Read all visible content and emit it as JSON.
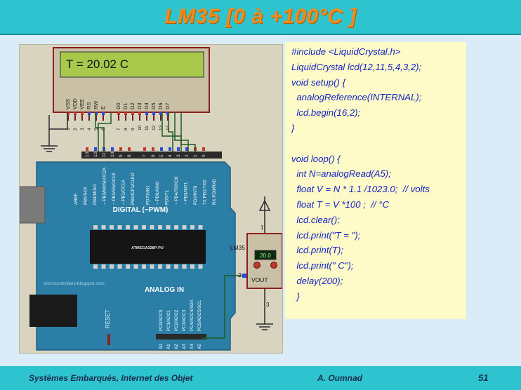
{
  "slide": {
    "title": "LM35 [0 à +100°C ]",
    "footer_left": "Systèmes Embarqués, Internet des Objet",
    "footer_author": "A. Oumnad",
    "page_number": "51"
  },
  "colors": {
    "band": "#2ec4cf",
    "title_text": "#f08a1a",
    "background": "#d9ecf8",
    "code_bg": "#fffbc8",
    "code_text": "#1424c8",
    "board": "#2b7fa6",
    "lcd_screen": "#a8c84c"
  },
  "schematic": {
    "lcd_text": "T = 20.02 C",
    "lcd_pins": [
      "VSS",
      "VDD",
      "VEE",
      "RS",
      "RW",
      "E",
      "D0",
      "D1",
      "D2",
      "D3",
      "D4",
      "D5",
      "D6",
      "D7"
    ],
    "lcd_pin_numbers": [
      "1",
      "2",
      "3",
      "4",
      "5",
      "6",
      "7",
      "8",
      "9",
      "10",
      "11",
      "12",
      "13",
      "14"
    ],
    "board_top_pin_numbers": [
      "13",
      "12",
      "11",
      "10",
      "9",
      "8",
      "7",
      "6",
      "5",
      "4",
      "3",
      "2",
      "1",
      "0"
    ],
    "board_top_labels": [
      "AREF",
      "PB5/SCK",
      "PB4/MISO",
      "~ PB3/MOSI/OC2A",
      "~ PB2/SS/OC1B",
      "~ PB1/OC1A",
      "PB0/ICP1/CLKO",
      "PD7/AIN1",
      "~ PD6/AIN0",
      "PD5/T1",
      "~ PD4/T0/XCK",
      "~ PD3/INT1",
      "PD2/INT0",
      "TX PD1/TXD",
      "RX PD0/RXD"
    ],
    "tx": "TX",
    "rx": "RX",
    "digital_label": "DIGITAL (~PWM)",
    "chip_label": "ATMEGA328P-PU",
    "watermark": "microcontrollers-blogspot.com",
    "analog_label": "ANALOG IN",
    "reset_label": "RESET",
    "analog_pins": [
      "PC0/ADC0",
      "PC1/ADC1",
      "PC2/ADC2",
      "PC3/ADC3",
      "PC4/ADC4/SDA",
      "PC5/ADC5/SCL"
    ],
    "analog_pin_names": [
      "A0",
      "A1",
      "A2",
      "A3",
      "A4",
      "A5"
    ],
    "sensor_name": "LM35",
    "sensor_reading": "20.0",
    "sensor_output": "VOUT",
    "sensor_pins": [
      "1",
      "2",
      "3"
    ]
  },
  "code": {
    "lines": [
      "#include <LiquidCrystal.h>",
      "LiquidCrystal lcd(12,11,5,4,3,2);",
      "void setup() {",
      "  analogReference(INTERNAL);",
      "  lcd.begin(16,2);",
      "}",
      "",
      "void loop() {",
      "  int N=analogRead(A5);",
      "  float V = N * 1.1 /1023.0;  // volts",
      "  float T = V *100 ;  // °C",
      "  lcd.clear();",
      "  lcd.print(\"T = \");",
      "  lcd.print(T);",
      "  lcd.print(\" C\");",
      "  delay(200);",
      "  }"
    ]
  }
}
